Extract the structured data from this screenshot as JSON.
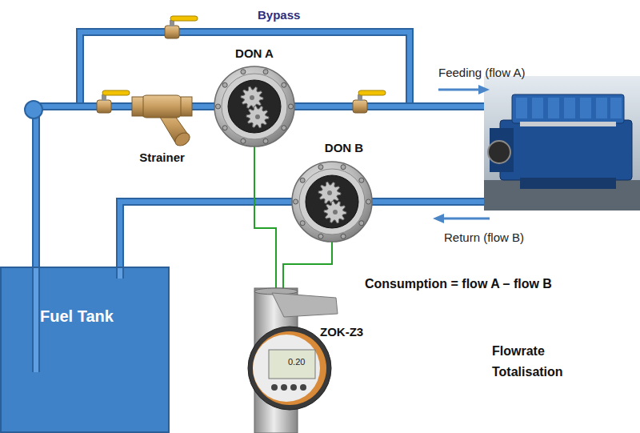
{
  "diagram": {
    "nodes": [
      {
        "text": [
          "DON A"
        ]
      },
      {
        "text": [
          "Strainer"
        ]
      },
      {
        "text": [
          "DON B"
        ]
      },
      {
        "text": [
          "Fuel Tank"
        ]
      },
      {
        "text": [
          "ZOK-Z3"
        ]
      }
    ],
    "edges": [
      {
        "from": 3,
        "to": 1,
        "arrow": "none"
      },
      {
        "from": 1,
        "to": 0,
        "arrow": "none"
      },
      {
        "from": 2,
        "to": 3,
        "arrow": "none"
      },
      {
        "from": 0,
        "to": 4,
        "arrow": "none"
      },
      {
        "from": 2,
        "to": 4,
        "arrow": "none"
      }
    ],
    "labels": [
      "Bypass",
      "Feeding (flow A)",
      "Return (flow B)",
      "Consumption = flow A – flow B",
      "Flowrate Totalisation",
      "0.20"
    ]
  }
}
